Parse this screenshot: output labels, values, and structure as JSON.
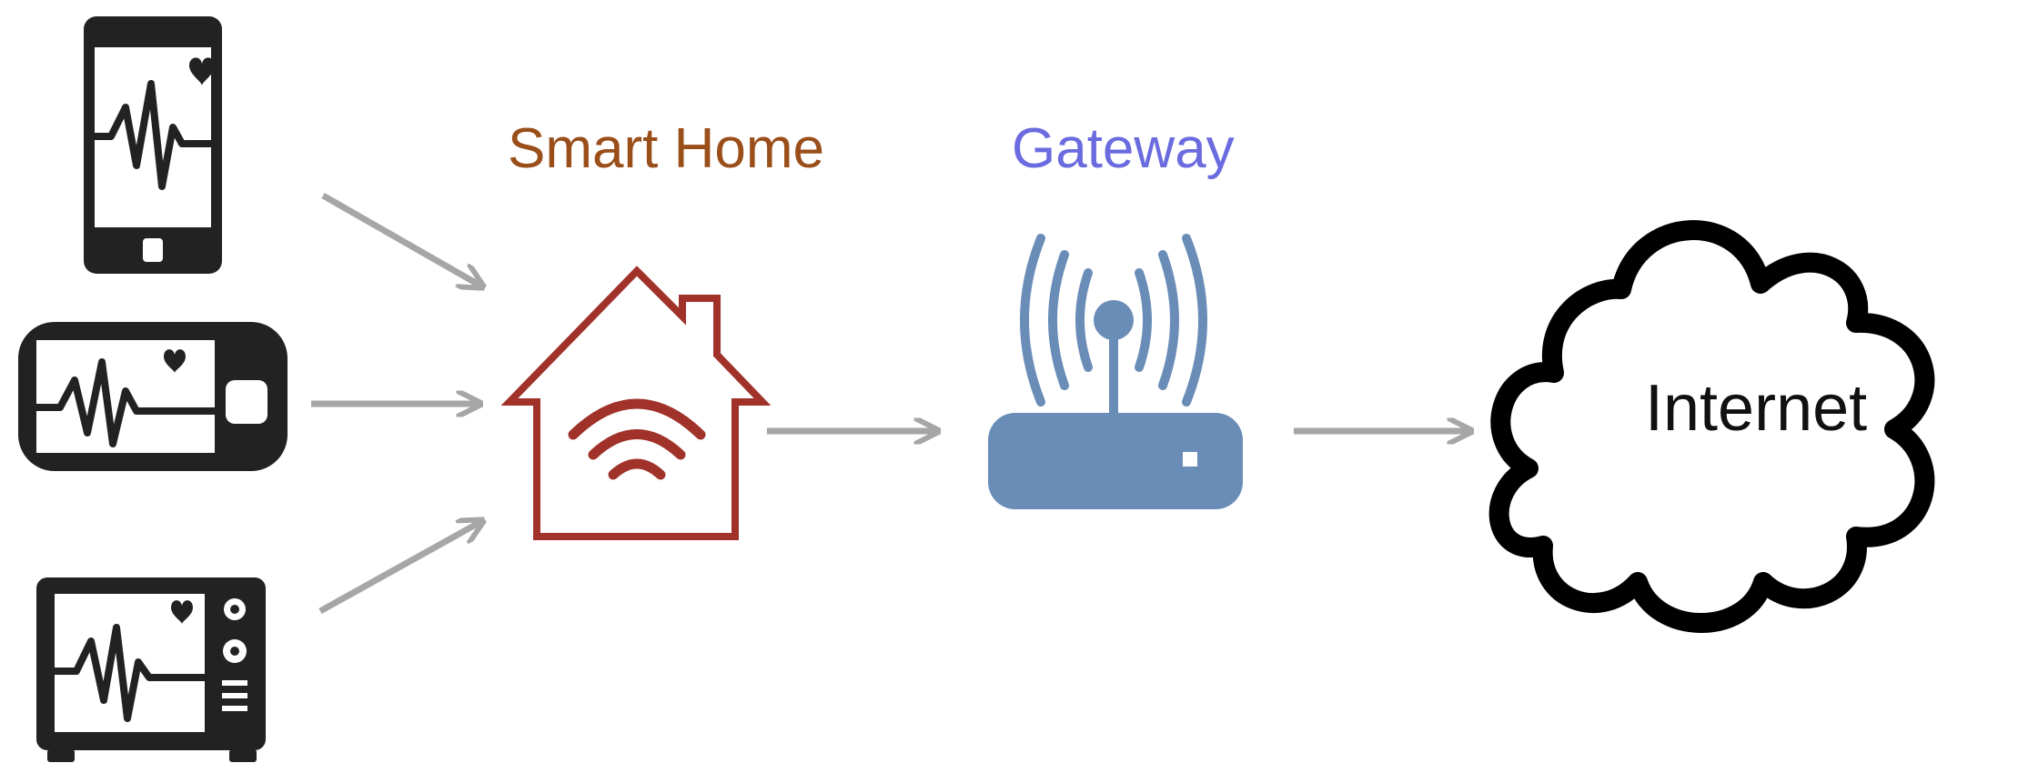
{
  "labels": {
    "smart_home": "Smart Home",
    "gateway": "Gateway",
    "internet": "Internet"
  },
  "colors": {
    "smart_home_label": "#9A4E1A",
    "gateway_label": "#6B6BE0",
    "house": "#A0322A",
    "router": "#6A8DB8",
    "arrow": "#A6A6A6",
    "device": "#222222"
  },
  "icons": {
    "devices": [
      "smartphone-heart-monitor-icon",
      "handheld-heart-monitor-icon",
      "bedside-heart-monitor-icon"
    ],
    "smart_home": "smart-home-wifi-icon",
    "gateway": "wireless-router-icon",
    "internet": "cloud-icon"
  }
}
